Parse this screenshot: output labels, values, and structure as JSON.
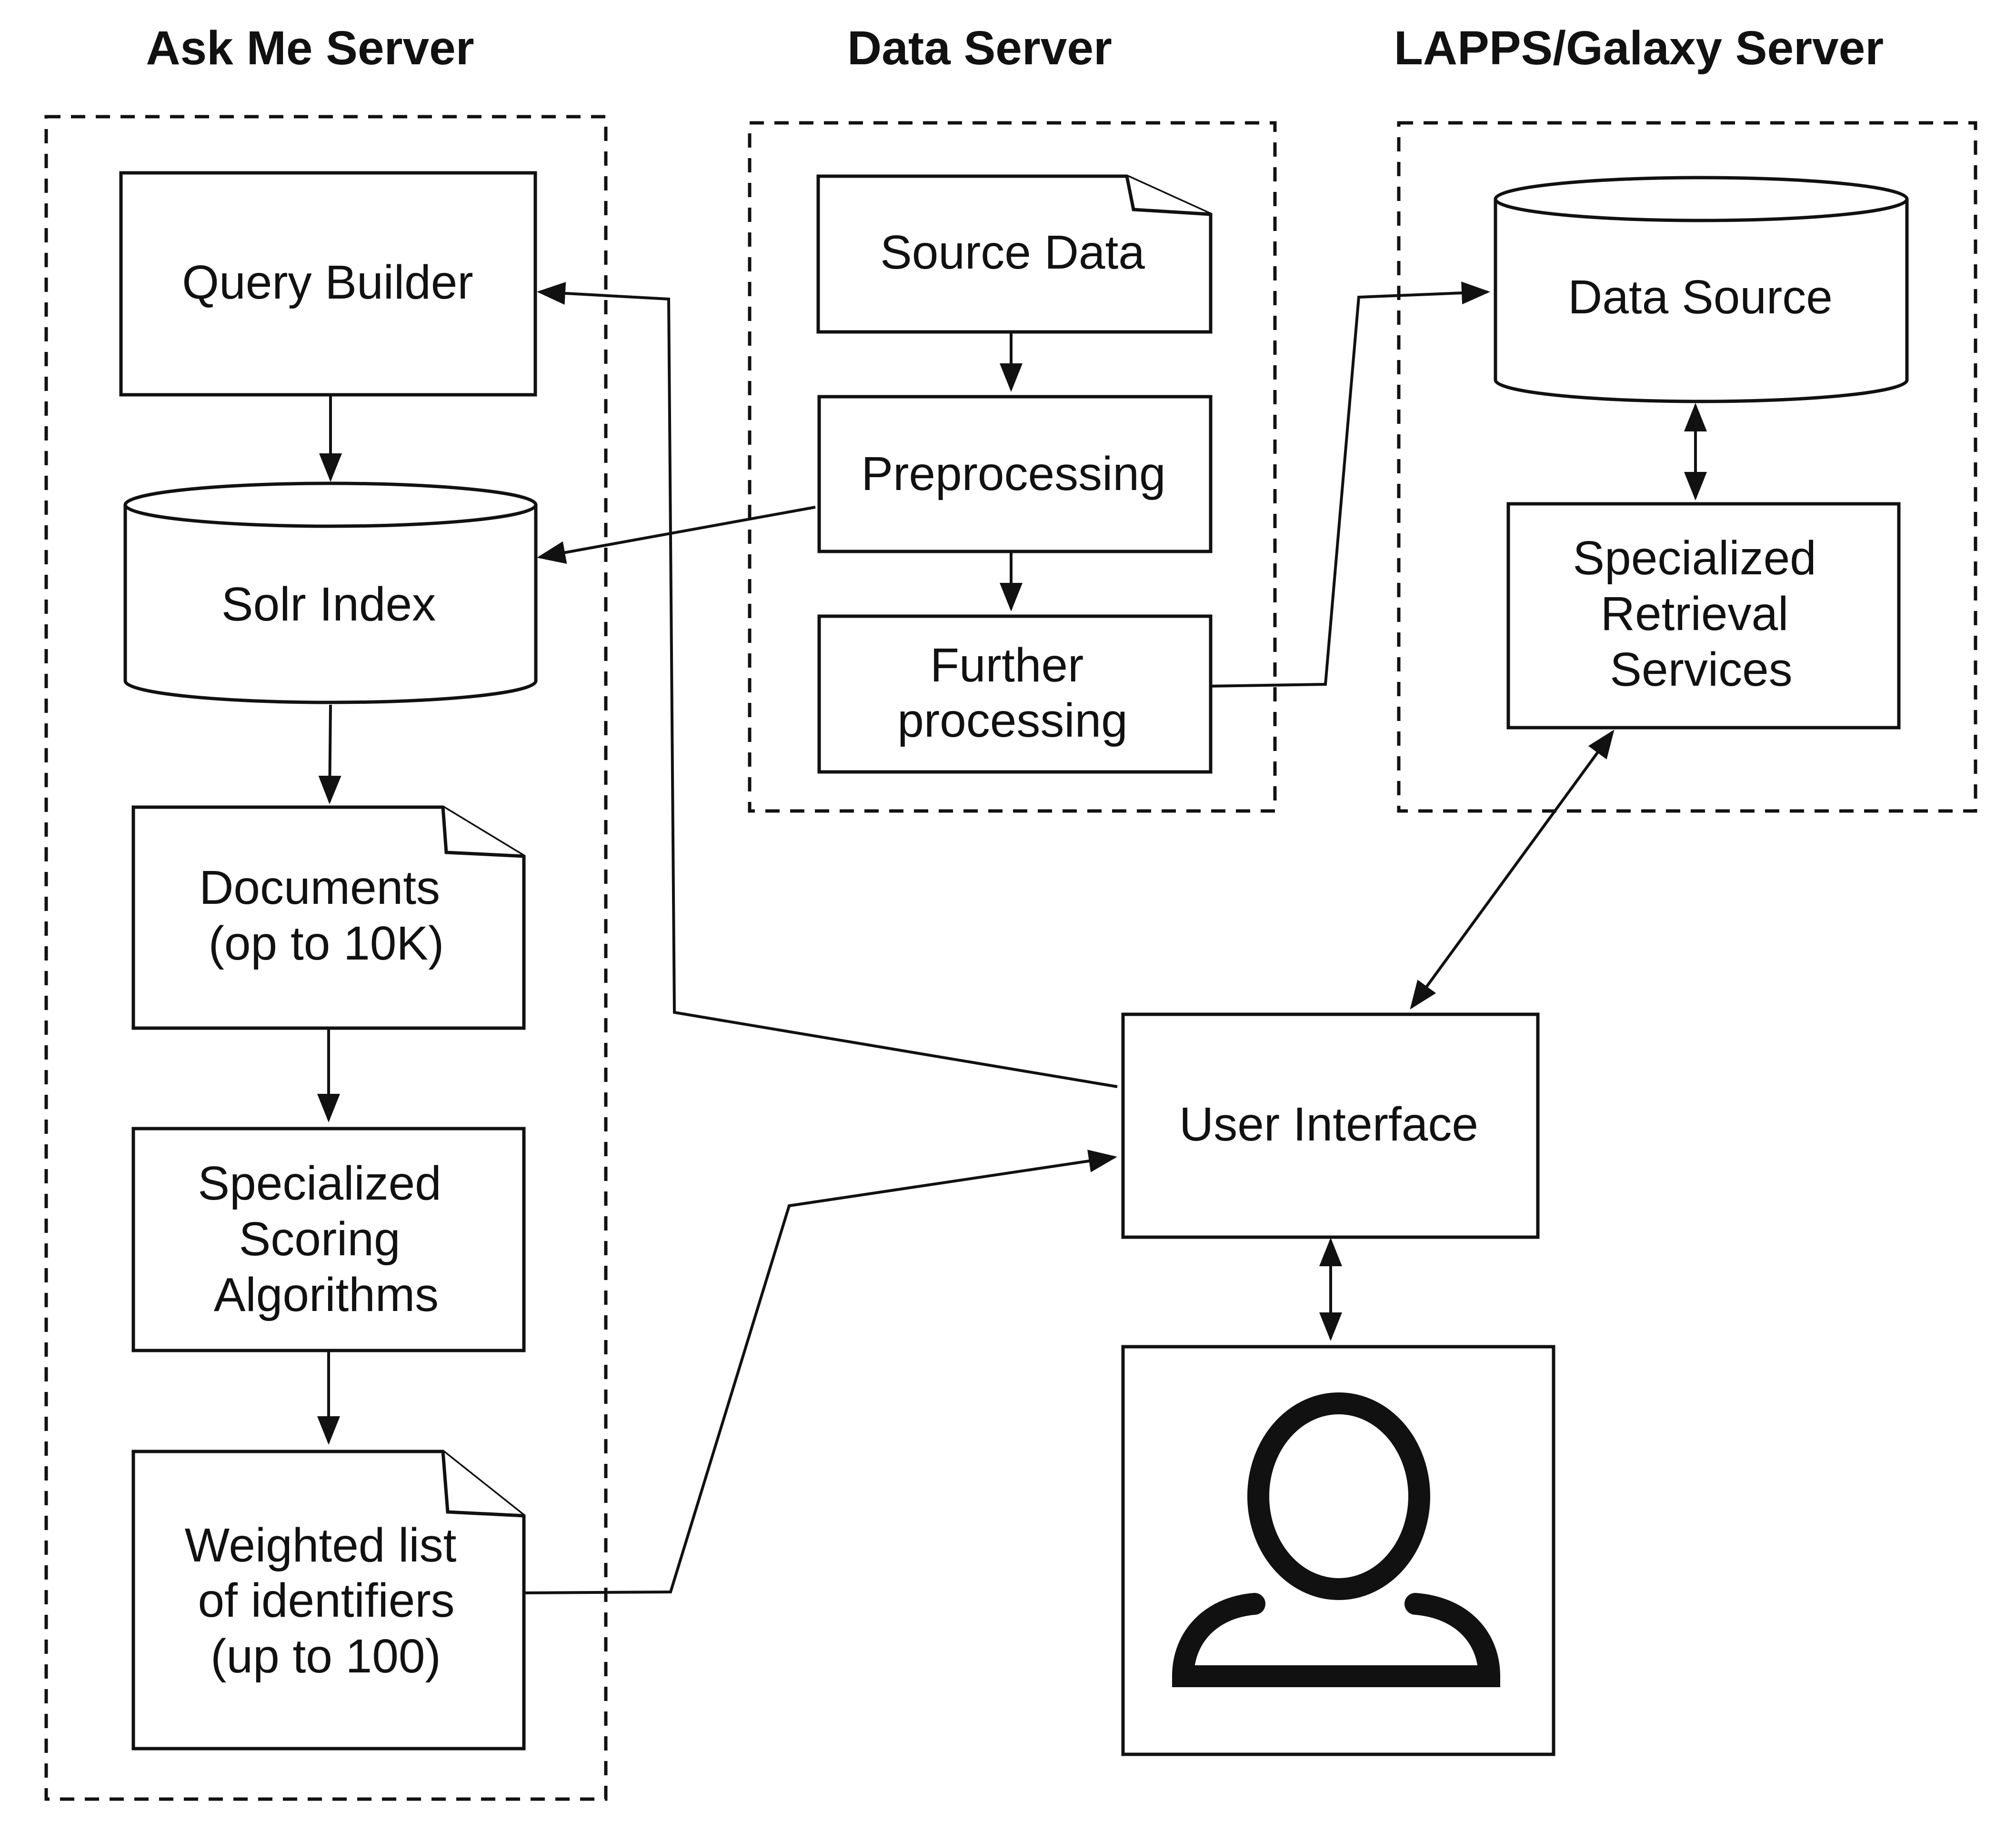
{
  "groups": {
    "ask_me": {
      "title": "Ask Me Server"
    },
    "data_server": {
      "title": "Data Server"
    },
    "lapps": {
      "title": "LAPPS/Galaxy Server"
    }
  },
  "nodes": {
    "query_builder": {
      "lines": [
        "Query Builder"
      ],
      "shape": "rectangle"
    },
    "solr_index": {
      "lines": [
        "Solr Index"
      ],
      "shape": "cylinder"
    },
    "documents": {
      "lines": [
        "Documents",
        "(op to 10K)"
      ],
      "shape": "document"
    },
    "scoring": {
      "lines": [
        "Specialized",
        "Scoring",
        "Algorithms"
      ],
      "shape": "rectangle"
    },
    "weighted_list": {
      "lines": [
        "Weighted list",
        "of identifiers",
        "(up to 100)"
      ],
      "shape": "document"
    },
    "source_data": {
      "lines": [
        "Source Data"
      ],
      "shape": "document"
    },
    "preprocessing": {
      "lines": [
        "Preprocessing"
      ],
      "shape": "rectangle"
    },
    "further_processing": {
      "lines": [
        "Further",
        "processing"
      ],
      "shape": "rectangle"
    },
    "data_source": {
      "lines": [
        "Data Source"
      ],
      "shape": "cylinder"
    },
    "retrieval": {
      "lines": [
        "Specialized",
        "Retrieval",
        "Services"
      ],
      "shape": "rectangle"
    },
    "user_interface": {
      "lines": [
        "User Interface"
      ],
      "shape": "rectangle"
    },
    "user": {
      "icon": "user-icon",
      "shape": "rectangle"
    }
  },
  "edges": [
    {
      "from": "query_builder",
      "to": "solr_index",
      "direction": "forward"
    },
    {
      "from": "solr_index",
      "to": "documents",
      "direction": "forward"
    },
    {
      "from": "documents",
      "to": "scoring",
      "direction": "forward"
    },
    {
      "from": "scoring",
      "to": "weighted_list",
      "direction": "forward"
    },
    {
      "from": "source_data",
      "to": "preprocessing",
      "direction": "forward"
    },
    {
      "from": "preprocessing",
      "to": "further_processing",
      "direction": "forward"
    },
    {
      "from": "preprocessing",
      "to": "solr_index",
      "direction": "forward"
    },
    {
      "from": "further_processing",
      "to": "data_source",
      "direction": "forward"
    },
    {
      "from": "data_source",
      "to": "retrieval",
      "direction": "both"
    },
    {
      "from": "retrieval",
      "to": "user_interface",
      "direction": "both"
    },
    {
      "from": "user_interface",
      "to": "query_builder",
      "direction": "forward"
    },
    {
      "from": "weighted_list",
      "to": "user_interface",
      "direction": "forward"
    },
    {
      "from": "user_interface",
      "to": "user",
      "direction": "both"
    }
  ]
}
